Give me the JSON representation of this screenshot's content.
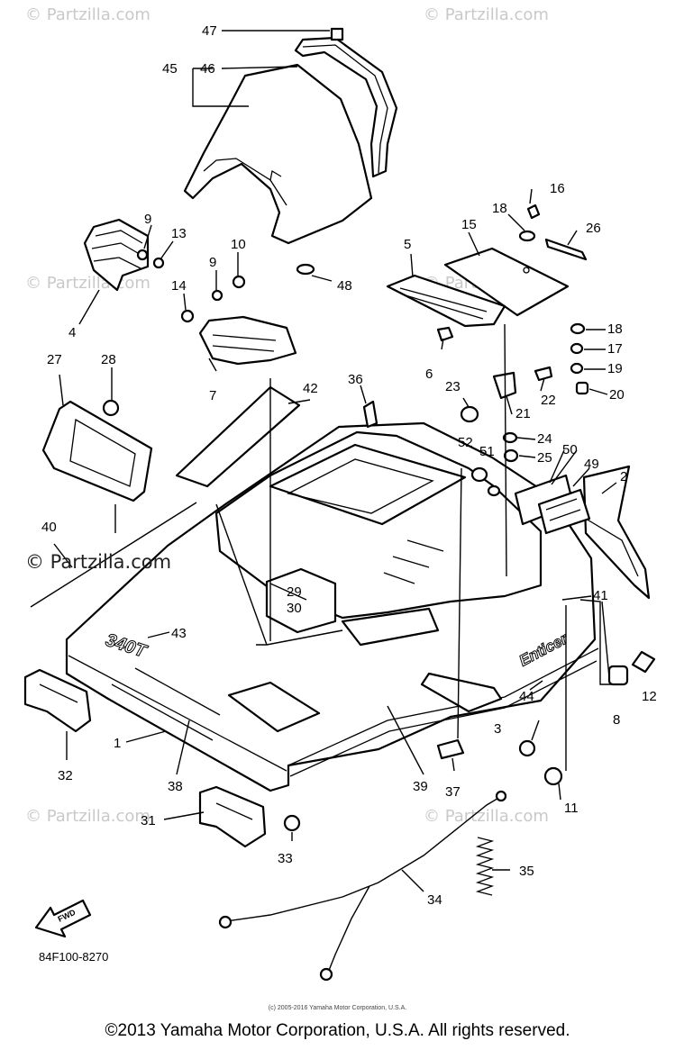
{
  "watermark": {
    "repeated": "© Partzilla.com",
    "main": "© Partzilla.com"
  },
  "diagram_code": "84F100-8270",
  "fwd_label": "FWD",
  "model_decal": "340T",
  "brand_decal": "Enticer",
  "footer": {
    "small": "(c) 2005-2016 Yamaha Motor Corporation, U.S.A.",
    "main": "©2013 Yamaha Motor Corporation, U.S.A. All rights reserved."
  },
  "callouts": {
    "n1": "1",
    "n2": "2",
    "n3": "3",
    "n4": "4",
    "n5": "5",
    "n6": "6",
    "n7": "7",
    "n8": "8",
    "n9a": "9",
    "n9b": "9",
    "n10": "10",
    "n11": "11",
    "n12": "12",
    "n13": "13",
    "n14": "14",
    "n15": "15",
    "n16": "16",
    "n17": "17",
    "n18a": "18",
    "n18b": "18",
    "n19": "19",
    "n20": "20",
    "n21": "21",
    "n22": "22",
    "n23": "23",
    "n24": "24",
    "n25": "25",
    "n26": "26",
    "n27": "27",
    "n28": "28",
    "n29": "29",
    "n30": "30",
    "n31": "31",
    "n32": "32",
    "n33": "33",
    "n34": "34",
    "n35": "35",
    "n36": "36",
    "n37": "37",
    "n38": "38",
    "n39": "39",
    "n40": "40",
    "n41": "41",
    "n42": "42",
    "n43": "43",
    "n44": "44",
    "n45": "45",
    "n46": "46",
    "n47": "47",
    "n48": "48",
    "n49": "49",
    "n50": "50",
    "n51": "51",
    "n52": "52"
  }
}
